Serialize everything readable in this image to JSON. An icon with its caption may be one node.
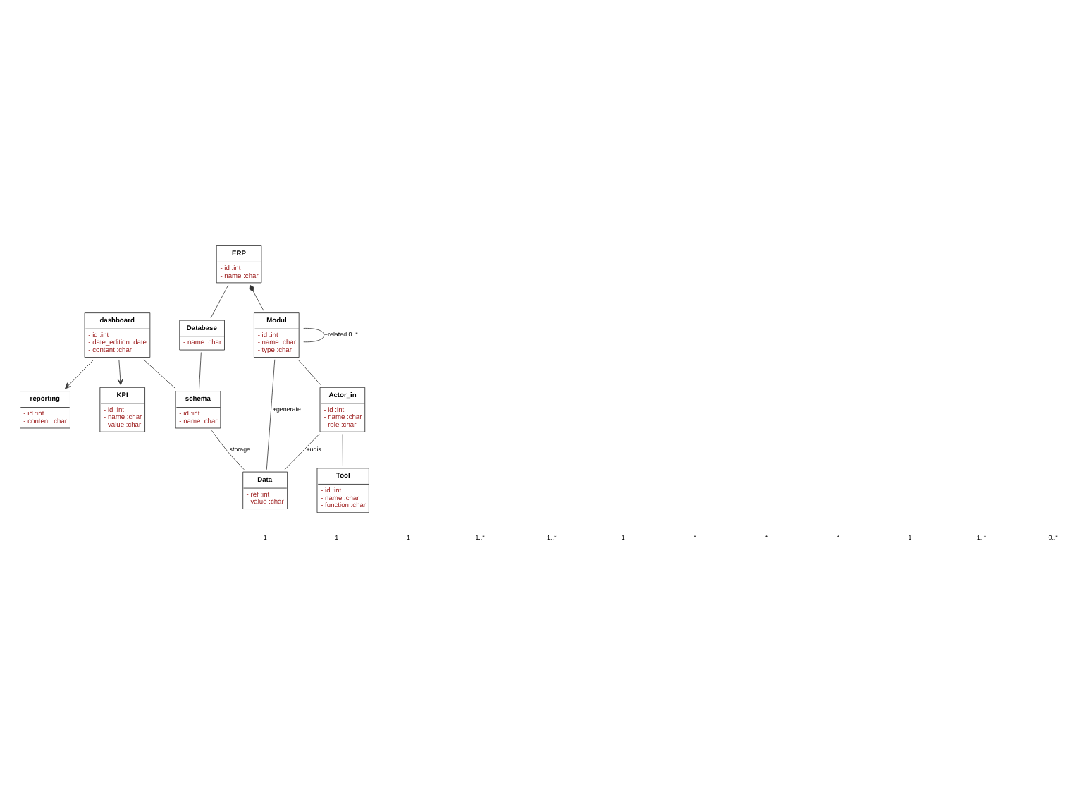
{
  "diagram": {
    "nodes": [
      {
        "text": [
          "reporting",
          "- id :int",
          "- content :char"
        ]
      },
      {
        "text": [
          "KPI",
          "- id :int",
          "- name :char",
          "- value :char"
        ]
      },
      {
        "text": [
          "dashboard",
          "- id :int",
          "- date_edition :date",
          "- content :char"
        ]
      },
      {
        "text": [
          "ERP",
          "- id :int",
          "- name :char"
        ]
      },
      {
        "text": [
          "Database",
          "- name :char"
        ]
      },
      {
        "text": [
          "schema",
          "- id :int",
          "- name :char"
        ]
      },
      {
        "text": [
          "Modul",
          "- id :int",
          "- name :char",
          "- type :char"
        ]
      },
      {
        "text": [
          "Data",
          "- ref :int",
          "- value :char"
        ]
      },
      {
        "text": [
          "Actor_in",
          "- id :int",
          "- name :char",
          "- role :char"
        ]
      },
      {
        "text": [
          "Tool",
          "- id :int",
          "- name :char",
          "- function :char"
        ]
      }
    ],
    "edges": [
      {
        "from": 2,
        "to": 0,
        "arrow": "to"
      },
      {
        "from": 2,
        "to": 1,
        "arrow": "to"
      },
      {
        "from": 3,
        "to": 4,
        "arrow": "none"
      },
      {
        "from": 4,
        "to": 5,
        "arrow": "none"
      },
      {
        "from": 2,
        "to": 5,
        "arrow": "none"
      },
      {
        "from": 3,
        "to": 6,
        "arrow": "other"
      },
      {
        "from": 5,
        "to": 7,
        "arrow": "none",
        "label": "storage"
      },
      {
        "from": 6,
        "to": 7,
        "arrow": "none",
        "label": "+generate"
      },
      {
        "from": 6,
        "to": 6,
        "arrow": "none",
        "label": "+related 0..*"
      },
      {
        "from": 6,
        "to": 8,
        "arrow": "none"
      },
      {
        "from": 8,
        "to": 7,
        "arrow": "none",
        "label": "+udis"
      },
      {
        "from": 8,
        "to": 9,
        "arrow": "none"
      }
    ],
    "labels": [
      "1",
      "1",
      "1",
      "1..*",
      "1..*",
      "1",
      "*",
      "*",
      "*",
      "1",
      "1..*",
      "0..*"
    ]
  }
}
